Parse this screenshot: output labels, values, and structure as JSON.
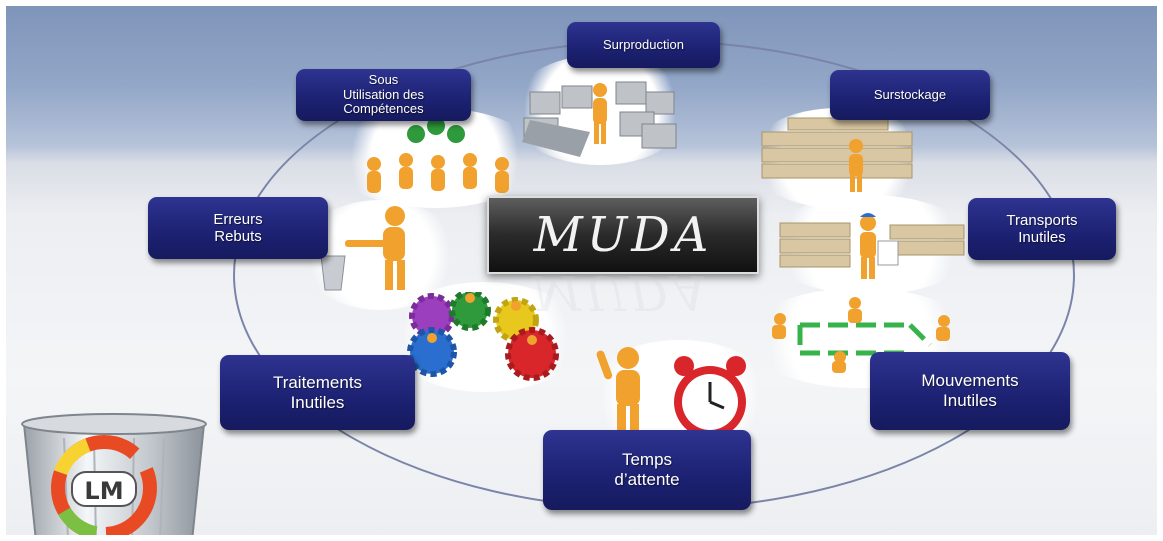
{
  "title": "MUDA",
  "labels": {
    "surproduction": "Surproduction",
    "surstockage": "Surstockage",
    "transports": "Transports\nInutiles",
    "mouvements": "Mouvements\nInutiles",
    "attente": "Temps\nd’attente",
    "traitements": "Traitements\nInutiles",
    "erreurs": "Erreurs\nRebuts",
    "competences": "Sous\nUtilisation des\nCompétences"
  },
  "logo": {
    "text": "LM"
  },
  "colors": {
    "box": "#1c2172",
    "figure": "#f0a12e",
    "gear_green": "#2e9a3c",
    "gear_red": "#d8262b",
    "gear_blue": "#2a6fd0",
    "gear_yellow": "#e8c81c",
    "gear_purple": "#9b3fbf"
  }
}
